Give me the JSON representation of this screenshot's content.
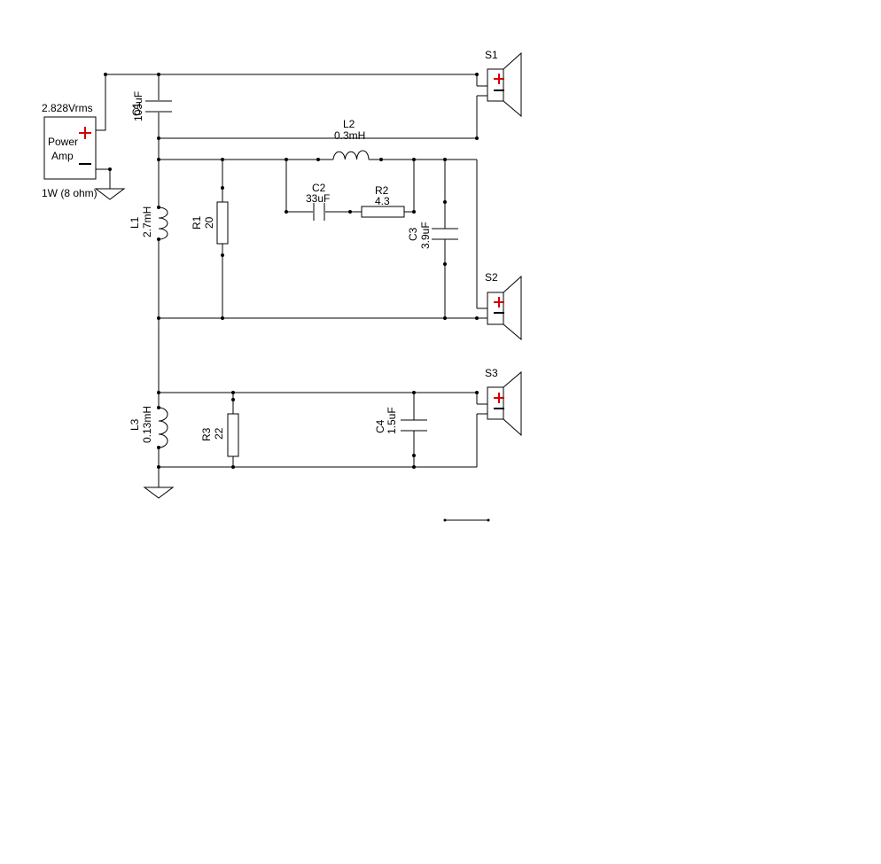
{
  "source": {
    "voltage": "2.828Vrms",
    "name_line1": "Power",
    "name_line2": "Amp",
    "power": "1W (8 ohm)"
  },
  "components": {
    "C1": {
      "ref": "C1",
      "value": "105uF"
    },
    "L2": {
      "ref": "L2",
      "value": "0.3mH"
    },
    "L1": {
      "ref": "L1",
      "value": "2.7mH"
    },
    "R1": {
      "ref": "R1",
      "value": "20"
    },
    "C2": {
      "ref": "C2",
      "value": "33uF"
    },
    "R2": {
      "ref": "R2",
      "value": "4.3"
    },
    "C3": {
      "ref": "C3",
      "value": "3.9uF"
    },
    "L3": {
      "ref": "L3",
      "value": "0.13mH"
    },
    "R3": {
      "ref": "R3",
      "value": "22"
    },
    "C4": {
      "ref": "C4",
      "value": "1.5uF"
    }
  },
  "speakers": {
    "S1": {
      "ref": "S1"
    },
    "S2": {
      "ref": "S2"
    },
    "S3": {
      "ref": "S3"
    }
  },
  "colors": {
    "wire": "#000000",
    "plus": "#d40000"
  }
}
